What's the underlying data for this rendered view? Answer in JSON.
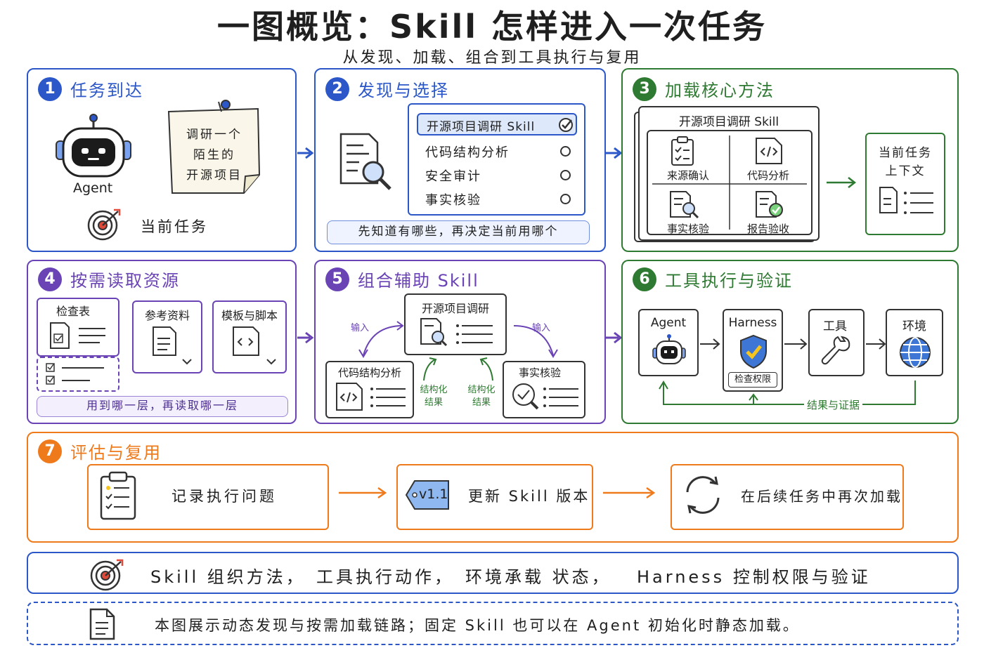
{
  "header": {
    "title": "一图概览：Skill 怎样进入一次任务",
    "subtitle": "从发现、加载、组合到工具执行与复用"
  },
  "p1": {
    "num": "1",
    "title": "任务到达",
    "agent_label": "Agent",
    "note_lines": [
      "调研一个",
      "陌生的",
      "开源项目"
    ],
    "current_task": "当前任务"
  },
  "p2": {
    "num": "2",
    "title": "发现与选择",
    "options": [
      "开源项目调研 Skill",
      "代码结构分析",
      "安全审计",
      "事实核验"
    ],
    "footer": "先知道有哪些，再决定当前用哪个"
  },
  "p3": {
    "num": "3",
    "title": "加载核心方法",
    "skill_name": "开源项目调研 Skill",
    "cells": [
      "来源确认",
      "代码分析",
      "事实核验",
      "报告验收"
    ],
    "context_title": [
      "当前任务",
      "上下文"
    ]
  },
  "p4": {
    "num": "4",
    "title": "按需读取资源",
    "resources": [
      "检查表",
      "参考资料",
      "模板与脚本"
    ],
    "footer": "用到哪一层，再读取哪一层"
  },
  "p5": {
    "num": "5",
    "title": "组合辅助 Skill",
    "main": "开源项目调研",
    "left": "代码结构分析",
    "right": "事实核验",
    "input_left": "输入",
    "input_right": "输入",
    "result_left": [
      "结构化",
      "结果"
    ],
    "result_right": [
      "结构化",
      "结果"
    ]
  },
  "p6": {
    "num": "6",
    "title": "工具执行与验证",
    "nodes": [
      "Agent",
      "Harness",
      "工具",
      "环境"
    ],
    "harness_badge": "检查权限",
    "feedback": "结果与证据"
  },
  "p7": {
    "num": "7",
    "title": "评估与复用",
    "steps": [
      "记录执行问题",
      "更新 Skill 版本",
      "在后续任务中再次加载"
    ],
    "version": "v1.1"
  },
  "summary": {
    "parts": [
      "Skill 组织方法，",
      "工具执行动作，",
      "环境承载 状态，",
      "Harness 控制权限与验证"
    ]
  },
  "note": {
    "text": "本图展示动态发现与按需加载链路；固定 Skill 也可以在 Agent 初始化时静态加载。"
  },
  "colors": {
    "blue": "#2b57c9",
    "green": "#2f7a32",
    "purple": "#6a43b5",
    "orange": "#ee7a1c"
  },
  "icons": [
    "robot-icon",
    "target-icon",
    "document-search-icon",
    "check-circle-icon",
    "clipboard-icon",
    "code-icon",
    "shield-check-icon",
    "wrench-icon",
    "globe-icon",
    "refresh-icon",
    "version-tag-icon",
    "document-icon"
  ]
}
